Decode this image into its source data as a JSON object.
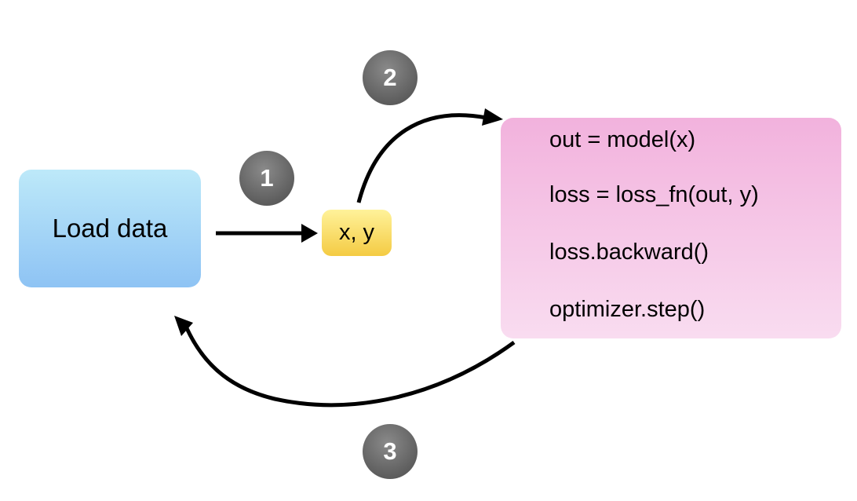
{
  "nodes": {
    "load_data": "Load data",
    "batch": "x, y",
    "training_steps": [
      "out = model(x)",
      "loss = loss_fn(out, y)",
      "loss.backward()",
      "optimizer.step()"
    ]
  },
  "badges": [
    "1",
    "2",
    "3"
  ],
  "colors": {
    "load_data_fill": "#a6d6f7",
    "batch_fill": "#f8dc6a",
    "training_fill": "#f5c6e6",
    "badge_fill": "#6b6b6b",
    "arrow": "#000000"
  }
}
